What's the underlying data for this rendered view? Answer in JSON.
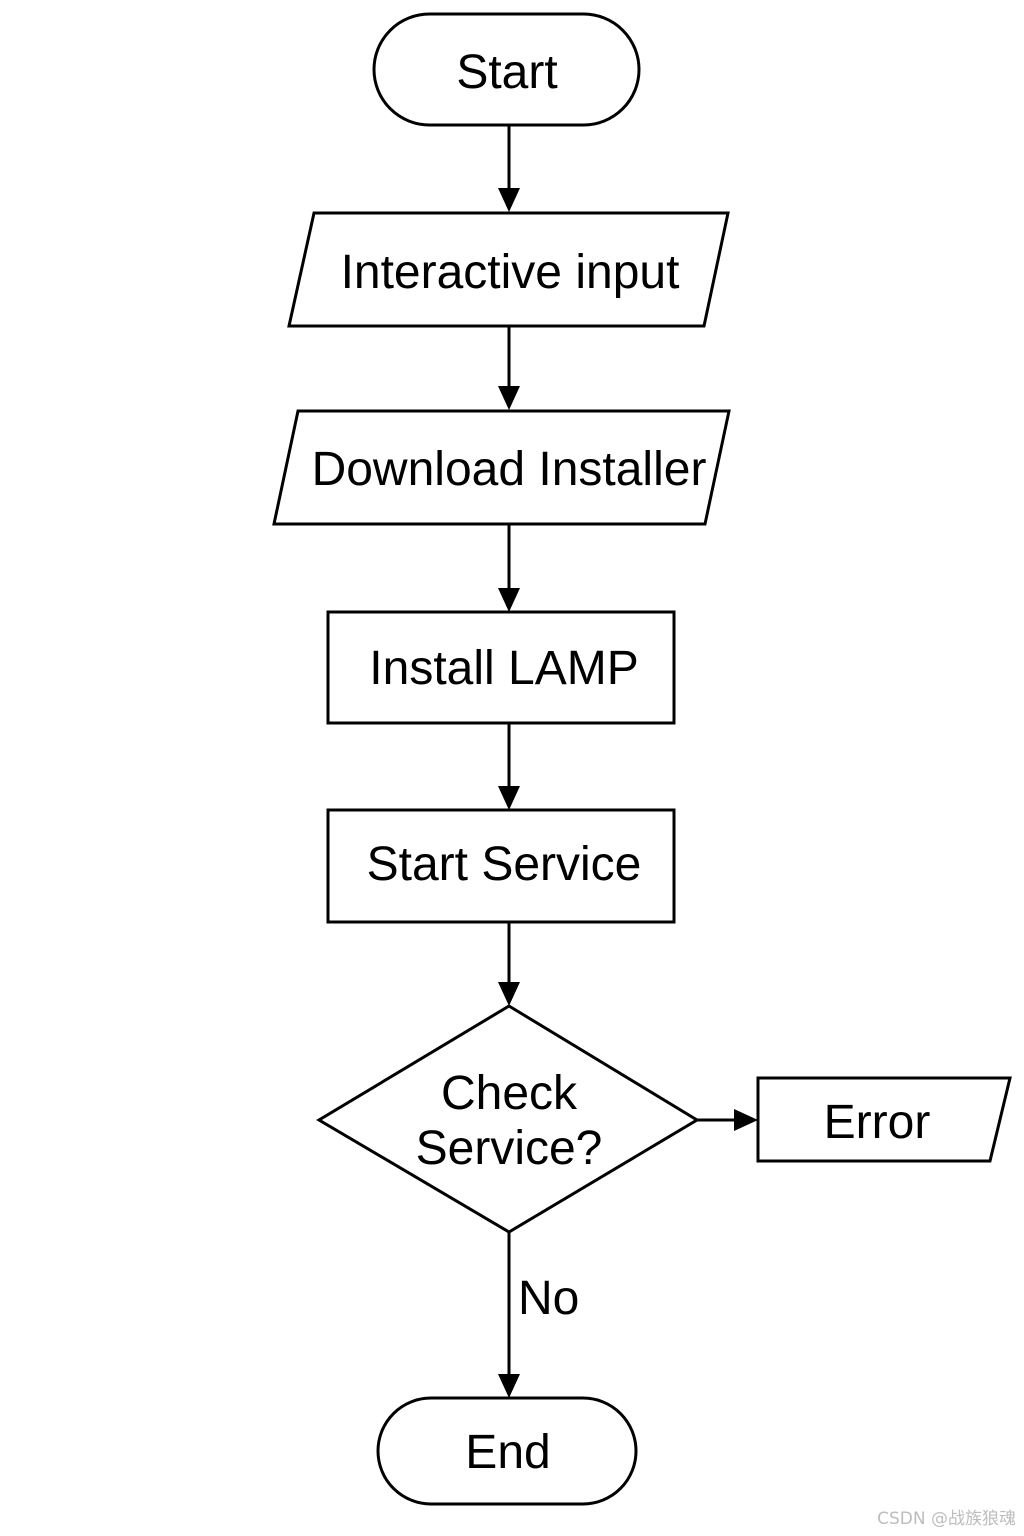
{
  "diagram": {
    "nodes": {
      "start": {
        "label": "Start"
      },
      "interactive_input": {
        "label": "Interactive input"
      },
      "download_installer": {
        "label": "Download Installer"
      },
      "install_lamp": {
        "label": "Install LAMP"
      },
      "start_service": {
        "label": "Start Service"
      },
      "check_service": {
        "label_line1": "Check",
        "label_line2": "Service?"
      },
      "error": {
        "label": "Error"
      },
      "end": {
        "label": "End"
      }
    },
    "edges": {
      "no_label": "No"
    }
  },
  "watermark": "CSDN @战族狼魂"
}
